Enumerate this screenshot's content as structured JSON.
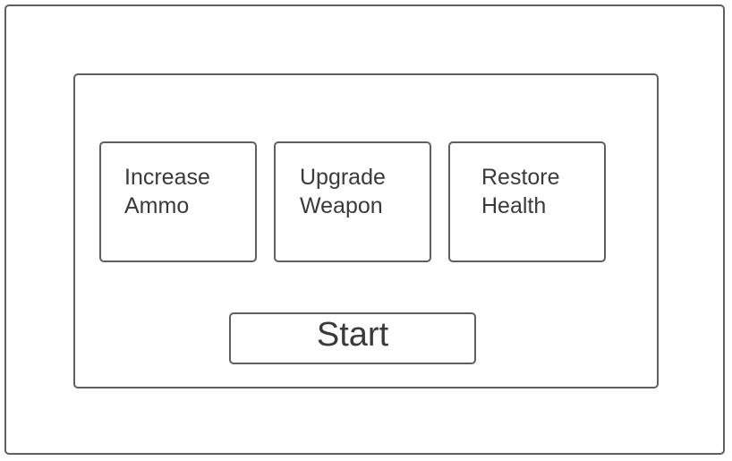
{
  "options": [
    {
      "label": "Increase\nAmmo"
    },
    {
      "label": "Upgrade\nWeapon"
    },
    {
      "label": "Restore\nHealth"
    }
  ],
  "start_button": {
    "label": "Start"
  }
}
